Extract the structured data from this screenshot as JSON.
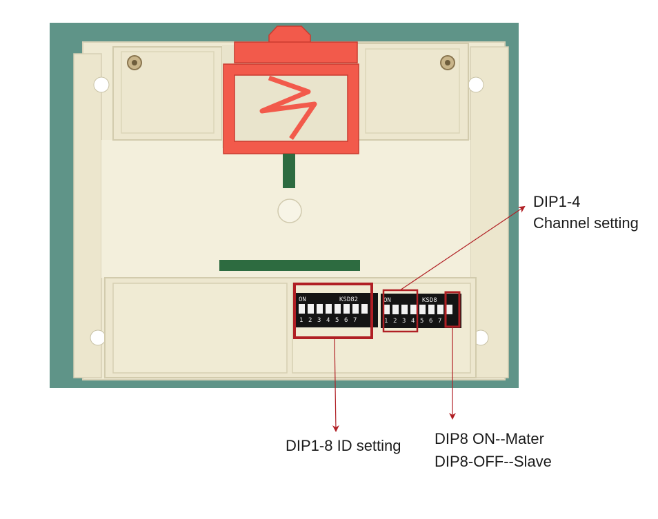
{
  "labels": {
    "channel_title": "DIP1-4",
    "channel_desc": "Channel setting",
    "id_setting": "DIP1-8 ID setting",
    "dip8_on": "DIP8 ON--Mater",
    "dip8_off": "DIP8-OFF--Slave"
  },
  "switch_blocks": {
    "left": {
      "on_mark": "ON",
      "brand": "KSD82",
      "numbers": [
        "1",
        "2",
        "3",
        "4",
        "5",
        "6",
        "7"
      ]
    },
    "right": {
      "on_mark": "ON",
      "brand": "KSD8",
      "numbers": [
        "1",
        "2",
        "3",
        "4",
        "5",
        "6",
        "7"
      ]
    }
  },
  "colors": {
    "annotation": "#b01f24",
    "housing": "#f1ecd6",
    "latch": "#f25a4b",
    "background_photo": "#5f9488"
  }
}
